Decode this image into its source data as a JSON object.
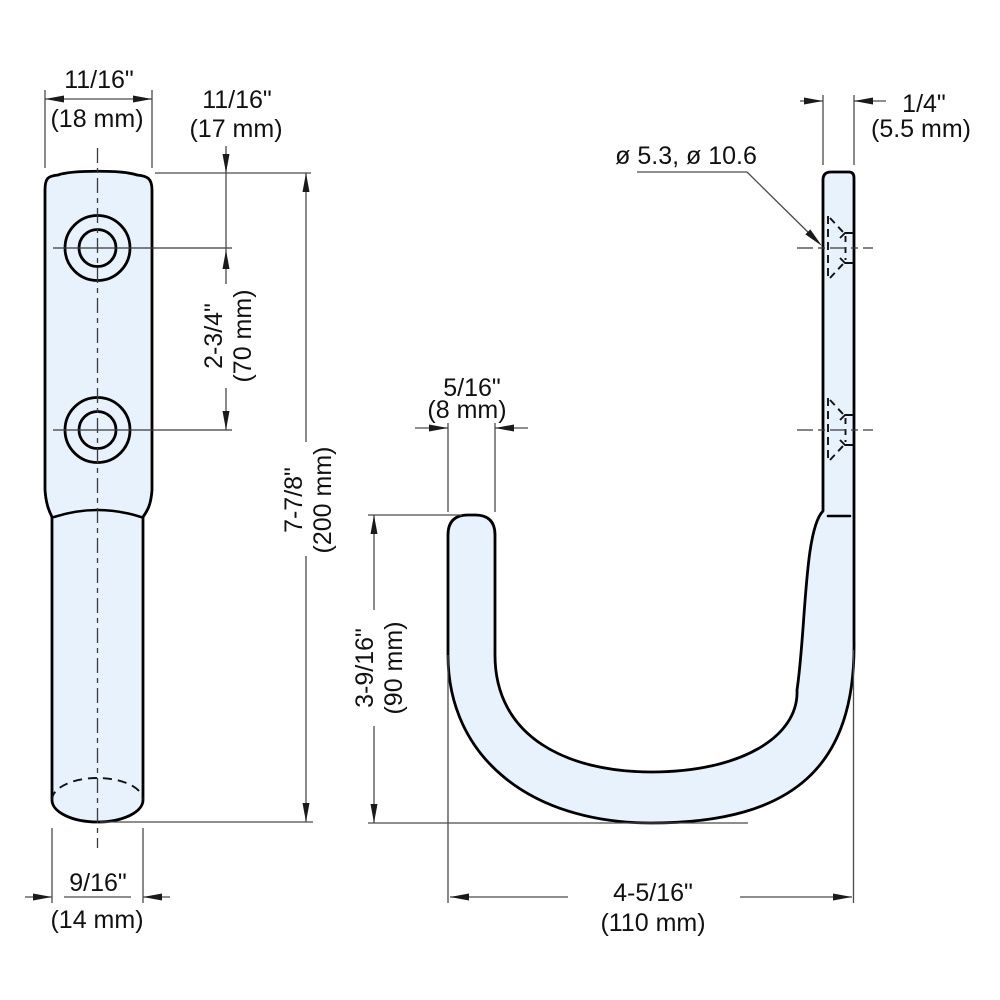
{
  "drawing_type": "technical-dimension-drawing",
  "part": "J-shaped coat hook (flat mounting plate with round-bar hook)",
  "colors": {
    "part_fill": "#e7f2fc",
    "outline": "#000000",
    "dimension_line": "#4a4a4a",
    "text": "#111111",
    "background": "#ffffff"
  },
  "front_view": {
    "width": {
      "in": "11/16\"",
      "mm": "(18 mm)"
    },
    "top_hole_offset": {
      "in": "11/16\"",
      "mm": "(17 mm)"
    },
    "hole_spacing": {
      "in": "2-3/4\"",
      "mm": "(70 mm)"
    },
    "overall_length": {
      "in": "7-7/8\"",
      "mm": "(200 mm)"
    },
    "rod_width": {
      "in": "9/16\"",
      "mm": "(14 mm)"
    }
  },
  "side_view": {
    "plate_thickness": {
      "in": "1/4\"",
      "mm": "(5.5 mm)"
    },
    "hole_diameters": "ø 5.3, ø 10.6",
    "hook_tip_thickness": {
      "in": "5/16\"",
      "mm": "(8 mm)"
    },
    "hook_inner_depth": {
      "in": "3-9/16\"",
      "mm": "(90 mm)"
    },
    "hook_overall_width": {
      "in": "4-5/16\"",
      "mm": "(110 mm)"
    }
  }
}
